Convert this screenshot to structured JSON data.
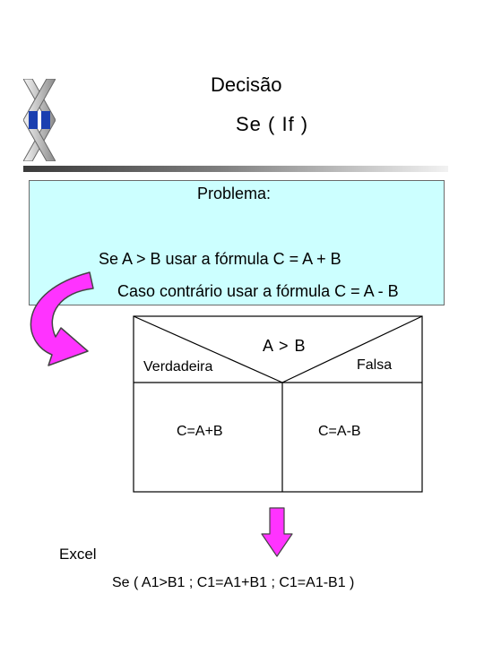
{
  "slide": {
    "title": "Decisão",
    "subtitle": "Se ( If )"
  },
  "problem": {
    "label": "Problema:",
    "line1": "Se A > B  usar a fórmula C = A + B",
    "line2": "Caso contrário usar a fórmula C = A - B"
  },
  "flowchart": {
    "condition": "A > B",
    "true_label": "Verdadeira",
    "false_label": "Falsa",
    "true_action": "C=A+B",
    "false_action": "C=A-B"
  },
  "excel": {
    "label": "Excel",
    "formula": "Se ( A1>B1 ; C1=A1+B1 ; C1=A1-B1 )"
  },
  "colors": {
    "problem_bg": "#ccffff",
    "arrow_fill": "#ff33ff",
    "logo_blue": "#1a3fb0"
  },
  "icons": {
    "logo": "logo-icon",
    "curved_arrow": "curved-arrow-icon",
    "down_arrow": "down-arrow-icon"
  }
}
